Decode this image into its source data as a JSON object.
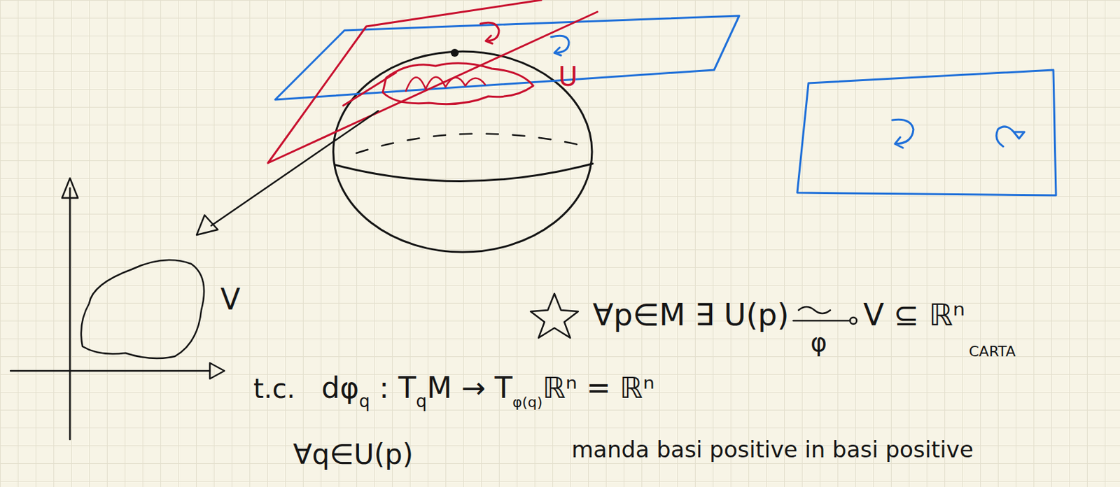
{
  "diagram": {
    "labels": [
      "U",
      "V",
      "∀p∈M ∃ U(p)",
      "V ⊆ ℝⁿ",
      "φ",
      "CARTA",
      "t.c.",
      "dφ",
      "q",
      ": T",
      "q",
      "M → T",
      "φ(q)",
      "ℝⁿ = ℝⁿ",
      "∀q∈U(p)",
      "manda basi positive in basi positive"
    ]
  }
}
